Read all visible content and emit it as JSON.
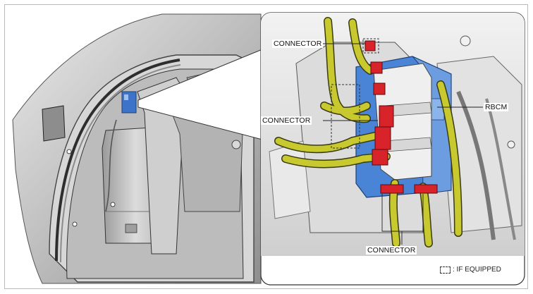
{
  "labels": {
    "connector_top": "CONNECTOR",
    "connector_middle": "CONNECTOR",
    "connector_bottom": "CONNECTOR",
    "module": "RBCM"
  },
  "legend": {
    "text": ": IF EQUIPPED"
  },
  "colors": {
    "harness": "#c8c92e",
    "module_blue": "#4a84d6",
    "connector_red": "#d8232a",
    "frame_border": "#b9b9b9",
    "panel_gray": "#c9c9c9"
  }
}
